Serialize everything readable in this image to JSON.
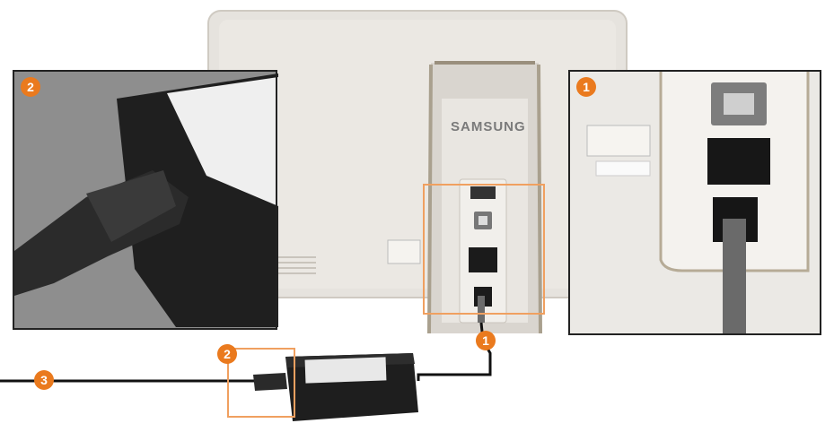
{
  "colors": {
    "accent": "#ea7a1e",
    "device_body": "#e6e3de",
    "adapter": "#1e1e1e",
    "cable": "#111111",
    "inset_border": "#222222",
    "callout_border": "#f0a060"
  },
  "device": {
    "brand": "SAMSUNG"
  },
  "badges": {
    "left_inset": "2",
    "right_inset": "1",
    "device_port": "1",
    "adapter_callout": "2",
    "mains_cable": "3"
  },
  "icons": [
    "usb-b-port-icon",
    "lan-port-icon",
    "power-port-icon",
    "ac-adapter-icon",
    "power-plug-icon"
  ]
}
